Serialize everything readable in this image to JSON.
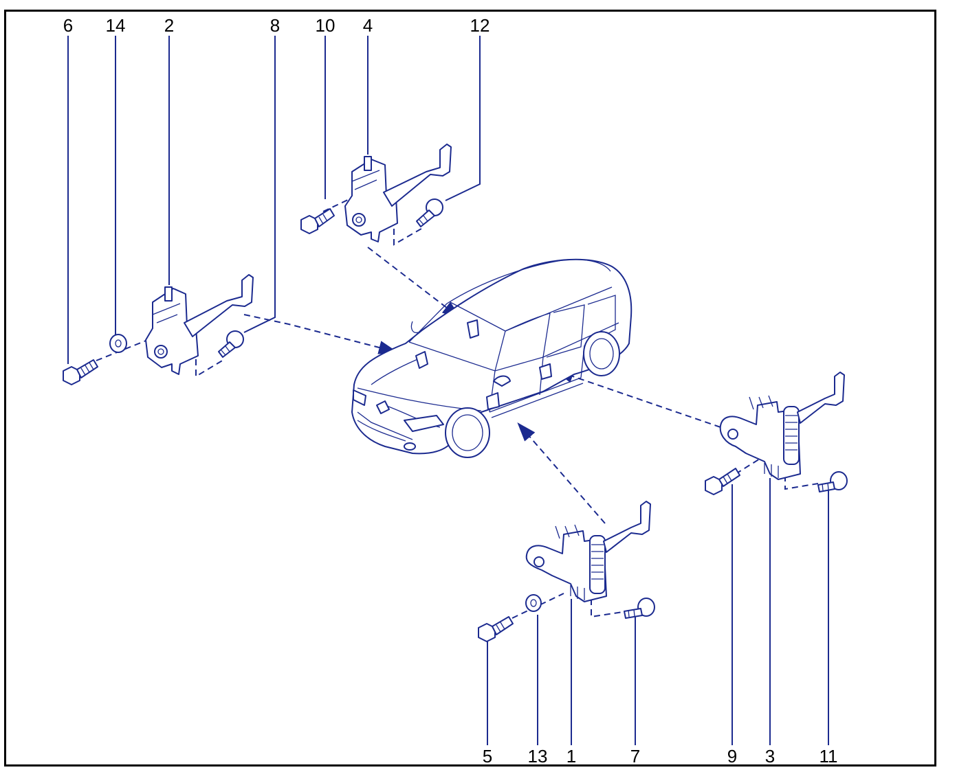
{
  "diagram": {
    "callouts_top": [
      "6",
      "14",
      "2",
      "8",
      "10",
      "4",
      "12"
    ],
    "callouts_bottom": [
      "5",
      "13",
      "1",
      "7",
      "9",
      "3",
      "11"
    ],
    "line_color": "#1b2a8f",
    "border_color": "#000000",
    "parts": [
      "front-left-door-check-strap",
      "rear-left-door-check-strap",
      "front-right-door-check-strap",
      "rear-right-door-check-strap",
      "car-body"
    ]
  }
}
